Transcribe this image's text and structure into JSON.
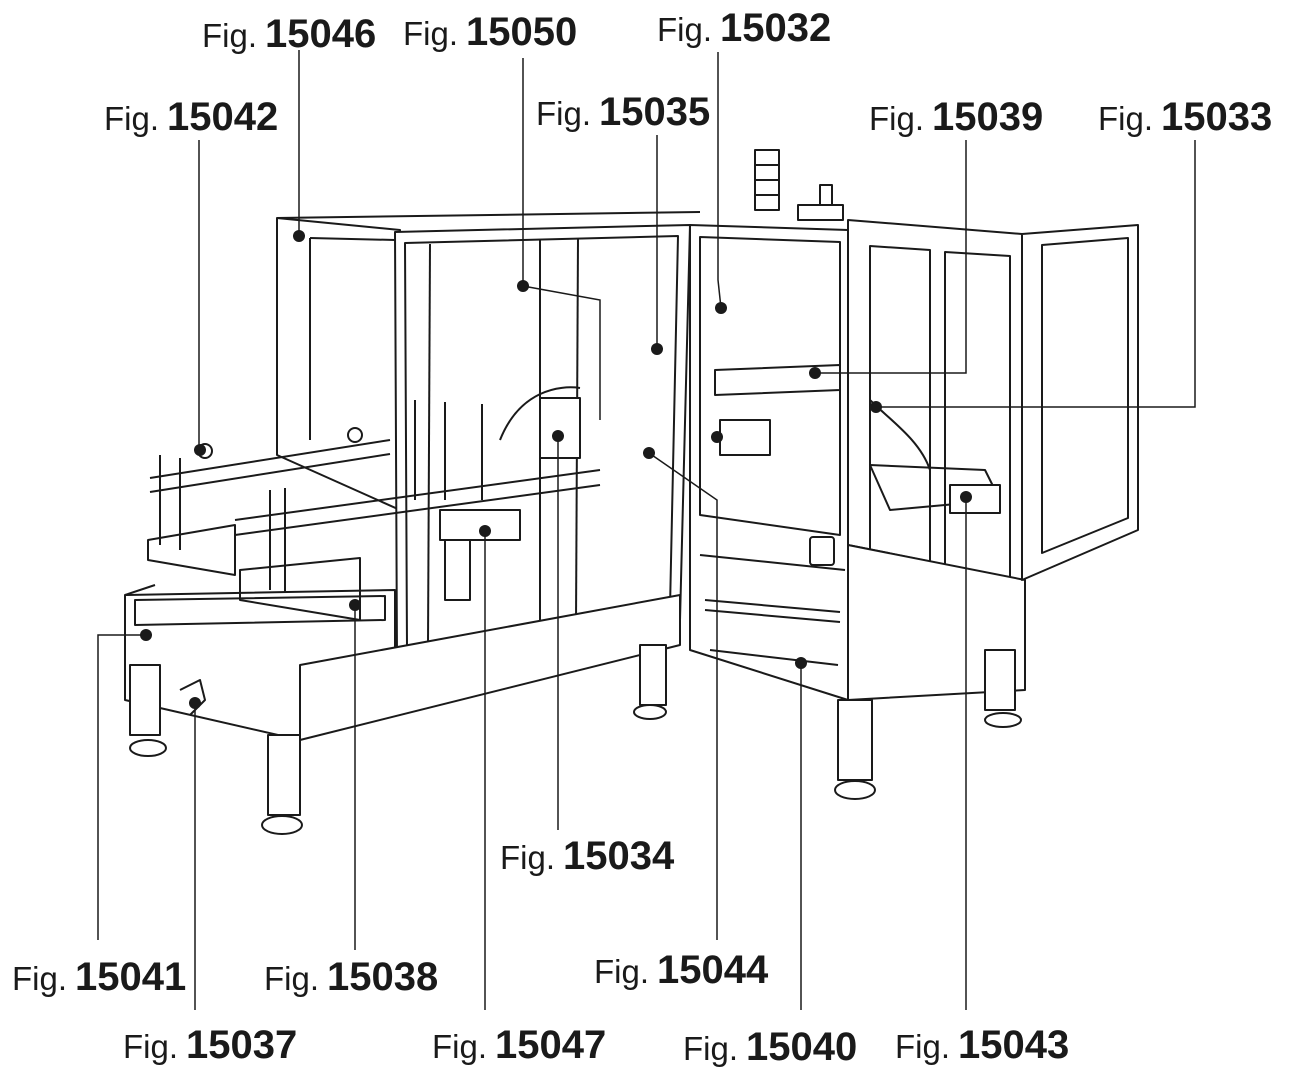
{
  "figure": {
    "prefix": "Fig.",
    "labels": [
      {
        "id": "15046",
        "text": "15046"
      },
      {
        "id": "15050",
        "text": "15050"
      },
      {
        "id": "15032",
        "text": "15032"
      },
      {
        "id": "15042",
        "text": "15042"
      },
      {
        "id": "15035",
        "text": "15035"
      },
      {
        "id": "15039",
        "text": "15039"
      },
      {
        "id": "15033",
        "text": "15033"
      },
      {
        "id": "15034",
        "text": "15034"
      },
      {
        "id": "15044",
        "text": "15044"
      },
      {
        "id": "15041",
        "text": "15041"
      },
      {
        "id": "15038",
        "text": "15038"
      },
      {
        "id": "15037",
        "text": "15037"
      },
      {
        "id": "15047",
        "text": "15047"
      },
      {
        "id": "15040",
        "text": "15040"
      },
      {
        "id": "15043",
        "text": "15043"
      }
    ]
  },
  "colors": {
    "ink": "#1a1a1a",
    "paper": "#ffffff",
    "shade": "#e6e6e6"
  }
}
